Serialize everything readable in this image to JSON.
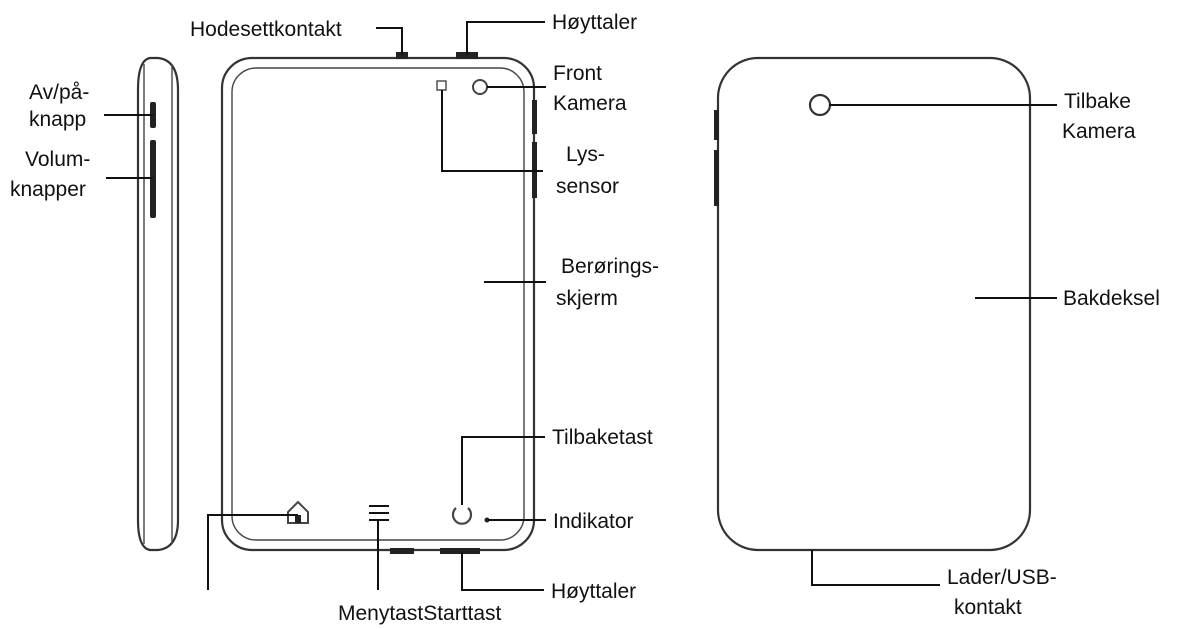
{
  "labels": {
    "headset_jack": "Hodesettkontakt",
    "speaker_top": "Høyttaler",
    "front_camera_1": "Front",
    "front_camera_2": "Kamera",
    "power_1": "Av/på-",
    "power_2": "knapp",
    "volume_1": "Volum-",
    "volume_2": "knapper",
    "light_sensor_1": "Lys-",
    "light_sensor_2": "sensor",
    "touchscreen_1": "Berørings-",
    "touchscreen_2": "skjerm",
    "back_key": "Tilbaketast",
    "indicator": "Indikator",
    "speaker_bottom": "Høyttaler",
    "menu_home": "MenytastStarttast",
    "rear_camera_1": "Tilbake",
    "rear_camera_2": "Kamera",
    "back_cover": "Bakdeksel",
    "charger_1": "Lader/USB-",
    "charger_2": "kontakt"
  },
  "icons": [
    "home-icon",
    "menu-icon",
    "back-icon",
    "camera-icon"
  ]
}
